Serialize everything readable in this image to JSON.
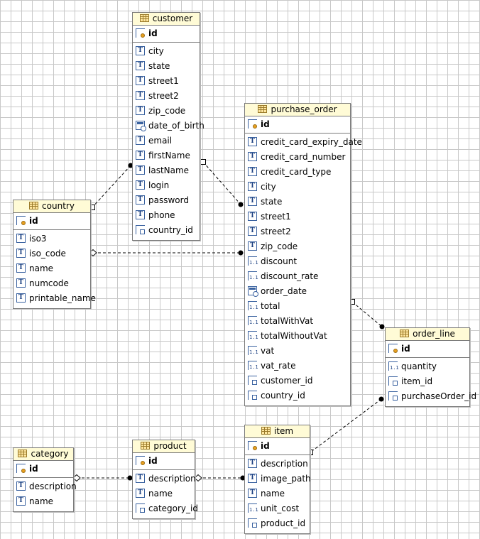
{
  "entities": {
    "customer": {
      "title": "customer",
      "pk": [
        {
          "name": "id",
          "icon": "key-icon"
        }
      ],
      "columns": [
        {
          "name": "city",
          "icon": "text-icon"
        },
        {
          "name": "state",
          "icon": "text-icon"
        },
        {
          "name": "street1",
          "icon": "text-icon"
        },
        {
          "name": "street2",
          "icon": "text-icon"
        },
        {
          "name": "zip_code",
          "icon": "text-icon"
        },
        {
          "name": "date_of_birth",
          "icon": "date-icon"
        },
        {
          "name": "email",
          "icon": "text-icon"
        },
        {
          "name": "firstName",
          "icon": "text-icon"
        },
        {
          "name": "lastName",
          "icon": "text-icon"
        },
        {
          "name": "login",
          "icon": "text-icon"
        },
        {
          "name": "password",
          "icon": "text-icon"
        },
        {
          "name": "phone",
          "icon": "text-icon"
        },
        {
          "name": "country_id",
          "icon": "foreign-key-icon"
        }
      ]
    },
    "purchase_order": {
      "title": "purchase_order",
      "pk": [
        {
          "name": "id",
          "icon": "key-icon"
        }
      ],
      "columns": [
        {
          "name": "credit_card_expiry_date",
          "icon": "text-icon"
        },
        {
          "name": "credit_card_number",
          "icon": "text-icon"
        },
        {
          "name": "credit_card_type",
          "icon": "text-icon"
        },
        {
          "name": "city",
          "icon": "text-icon"
        },
        {
          "name": "state",
          "icon": "text-icon"
        },
        {
          "name": "street1",
          "icon": "text-icon"
        },
        {
          "name": "street2",
          "icon": "text-icon"
        },
        {
          "name": "zip_code",
          "icon": "text-icon"
        },
        {
          "name": "discount",
          "icon": "numeric-icon"
        },
        {
          "name": "discount_rate",
          "icon": "numeric-icon"
        },
        {
          "name": "order_date",
          "icon": "date-icon"
        },
        {
          "name": "total",
          "icon": "numeric-icon"
        },
        {
          "name": "totalWithVat",
          "icon": "numeric-icon"
        },
        {
          "name": "totalWithoutVat",
          "icon": "numeric-icon"
        },
        {
          "name": "vat",
          "icon": "numeric-icon"
        },
        {
          "name": "vat_rate",
          "icon": "numeric-icon"
        },
        {
          "name": "customer_id",
          "icon": "foreign-key-icon"
        },
        {
          "name": "country_id",
          "icon": "foreign-key-icon"
        }
      ]
    },
    "country": {
      "title": "country",
      "pk": [
        {
          "name": "id",
          "icon": "key-icon"
        }
      ],
      "columns": [
        {
          "name": "iso3",
          "icon": "text-icon"
        },
        {
          "name": "iso_code",
          "icon": "text-icon"
        },
        {
          "name": "name",
          "icon": "text-icon"
        },
        {
          "name": "numcode",
          "icon": "text-icon"
        },
        {
          "name": "printable_name",
          "icon": "text-icon"
        }
      ]
    },
    "order_line": {
      "title": "order_line",
      "pk": [
        {
          "name": "id",
          "icon": "key-icon"
        }
      ],
      "columns": [
        {
          "name": "quantity",
          "icon": "numeric-icon"
        },
        {
          "name": "item_id",
          "icon": "foreign-key-icon"
        },
        {
          "name": "purchaseOrder_id",
          "icon": "foreign-key-icon"
        }
      ]
    },
    "category": {
      "title": "category",
      "pk": [
        {
          "name": "id",
          "icon": "key-icon"
        }
      ],
      "columns": [
        {
          "name": "description",
          "icon": "text-icon"
        },
        {
          "name": "name",
          "icon": "text-icon"
        }
      ]
    },
    "product": {
      "title": "product",
      "pk": [
        {
          "name": "id",
          "icon": "key-icon"
        }
      ],
      "columns": [
        {
          "name": "description",
          "icon": "text-icon"
        },
        {
          "name": "name",
          "icon": "text-icon"
        },
        {
          "name": "category_id",
          "icon": "foreign-key-icon"
        }
      ]
    },
    "item": {
      "title": "item",
      "pk": [
        {
          "name": "id",
          "icon": "key-icon"
        }
      ],
      "columns": [
        {
          "name": "description",
          "icon": "text-icon"
        },
        {
          "name": "image_path",
          "icon": "text-icon"
        },
        {
          "name": "name",
          "icon": "text-icon"
        },
        {
          "name": "unit_cost",
          "icon": "numeric-icon"
        },
        {
          "name": "product_id",
          "icon": "foreign-key-icon"
        }
      ]
    }
  },
  "relationships": [
    {
      "from": "customer",
      "to": "country",
      "source_end": "dot",
      "target_end": "square"
    },
    {
      "from": "customer",
      "to": "purchase_order",
      "source_end": "square",
      "target_end": "dot"
    },
    {
      "from": "country",
      "to": "purchase_order",
      "source_end": "diamond",
      "target_end": "dot"
    },
    {
      "from": "purchase_order",
      "to": "order_line",
      "source_end": "square",
      "target_end": "dot"
    },
    {
      "from": "order_line",
      "to": "item",
      "source_end": "dot",
      "target_end": "square"
    },
    {
      "from": "category",
      "to": "product",
      "source_end": "diamond",
      "target_end": "dot"
    },
    {
      "from": "product",
      "to": "item",
      "source_end": "diamond",
      "target_end": "dot"
    }
  ],
  "colors": {
    "grid": "#c8c8c8",
    "header_bg": "#fffbd6",
    "border": "#7a7a7a",
    "line": "#000000"
  }
}
